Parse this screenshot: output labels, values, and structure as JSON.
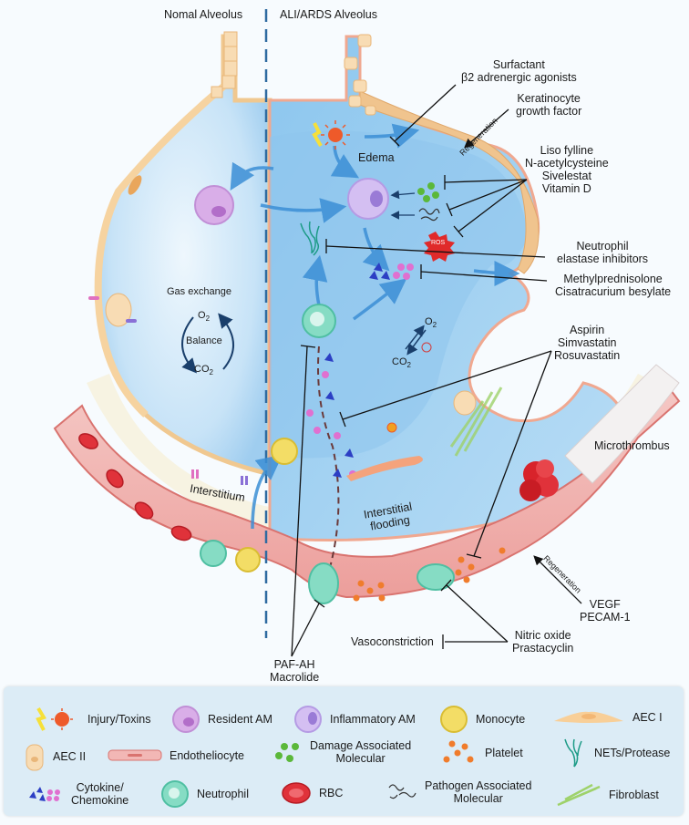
{
  "headers": {
    "normal": "Nomal Alveolus",
    "ards": "ALI/ARDS Alveolus"
  },
  "normal_side": {
    "gas_exchange": "Gas exchange",
    "o2": "O",
    "co2": "CO",
    "sub2": "2",
    "balance": "Balance",
    "interstitium": "Interstitium"
  },
  "ards_side": {
    "edema": "Edema",
    "ros": "ROS",
    "interstitial_flooding_1": "Interstitial",
    "interstitial_flooding_2": "flooding",
    "microthrombus": "Microthrombus",
    "o2": "O",
    "co2": "CO",
    "sub2": "2"
  },
  "therapies": {
    "surfactant_1": "Surfactant",
    "surfactant_2": "β2 adrenergic agonists",
    "kgf_1": "Keratinocyte",
    "kgf_2": "growth factor",
    "regeneration_top": "Regeneration",
    "antiox_1": "Liso fylline",
    "antiox_2": "N-acetylcysteine",
    "antiox_3": "Sivelestat",
    "antiox_4": "Vitamin D",
    "ne_1": "Neutrophil",
    "ne_2": "elastase inhibitors",
    "steroid_1": "Methylprednisolone",
    "steroid_2": "Cisatracurium besylate",
    "statin_1": "Aspirin",
    "statin_2": "Simvastatin",
    "statin_3": "Rosuvastatin",
    "regeneration_bottom": "Regeneration",
    "vegf_1": "VEGF",
    "vegf_2": "PECAM-1",
    "no_1": "Nitric oxide",
    "no_2": "Prastacyclin",
    "vasoconstriction": "Vasoconstriction",
    "paf_1": "PAF-AH",
    "paf_2": "Macrolide"
  },
  "legend": {
    "items": [
      {
        "icon": "injury-toxin-icon",
        "label": "Injury/Toxins"
      },
      {
        "icon": "resident-am-icon",
        "label": "Resident AM"
      },
      {
        "icon": "inflammatory-am-icon",
        "label": "Inflammatory AM"
      },
      {
        "icon": "monocyte-icon",
        "label": "Monocyte"
      },
      {
        "icon": "aec1-icon",
        "label": "AEC I"
      },
      {
        "icon": "aec2-icon",
        "label": "AEC II"
      },
      {
        "icon": "endotheliocyte-icon",
        "label": "Endotheliocyte"
      },
      {
        "icon": "damp-icon",
        "label_1": "Damage Associated",
        "label_2": "Molecular"
      },
      {
        "icon": "platelet-icon",
        "label": "Platelet"
      },
      {
        "icon": "nets-icon",
        "label": "NETs/Protease"
      },
      {
        "icon": "cytokine-icon",
        "label_1": "Cytokine/",
        "label_2": "Chemokine"
      },
      {
        "icon": "neutrophil-icon",
        "label": "Neutrophil"
      },
      {
        "icon": "rbc-icon",
        "label": "RBC"
      },
      {
        "icon": "pamp-icon",
        "label_1": "Pathogen Associated",
        "label_2": "Molecular"
      },
      {
        "icon": "fibroblast-icon",
        "label": "Fibroblast"
      }
    ]
  },
  "colors": {
    "alveolus_blue": "#a9d4f2",
    "edema_blue": "#7fbdea",
    "vessel_pink": "#f2b7b5",
    "vessel_border": "#d9736f",
    "aec_orange": "#f6d3a0",
    "arrow_blue": "#3c8fd6",
    "divider": "#2e6aa0",
    "neutrophil": "#7fd9c0",
    "monocyte": "#f3dd66",
    "macrophage": "#c9a6e6",
    "rbc": "#e0323a",
    "platelet": "#f07c2c",
    "damp": "#5bb83a",
    "cytokine_tri": "#2c3fc4",
    "cytokine_dot": "#e070d0",
    "ros": "#e02a2a",
    "legend_bg": "#dcecf6"
  }
}
